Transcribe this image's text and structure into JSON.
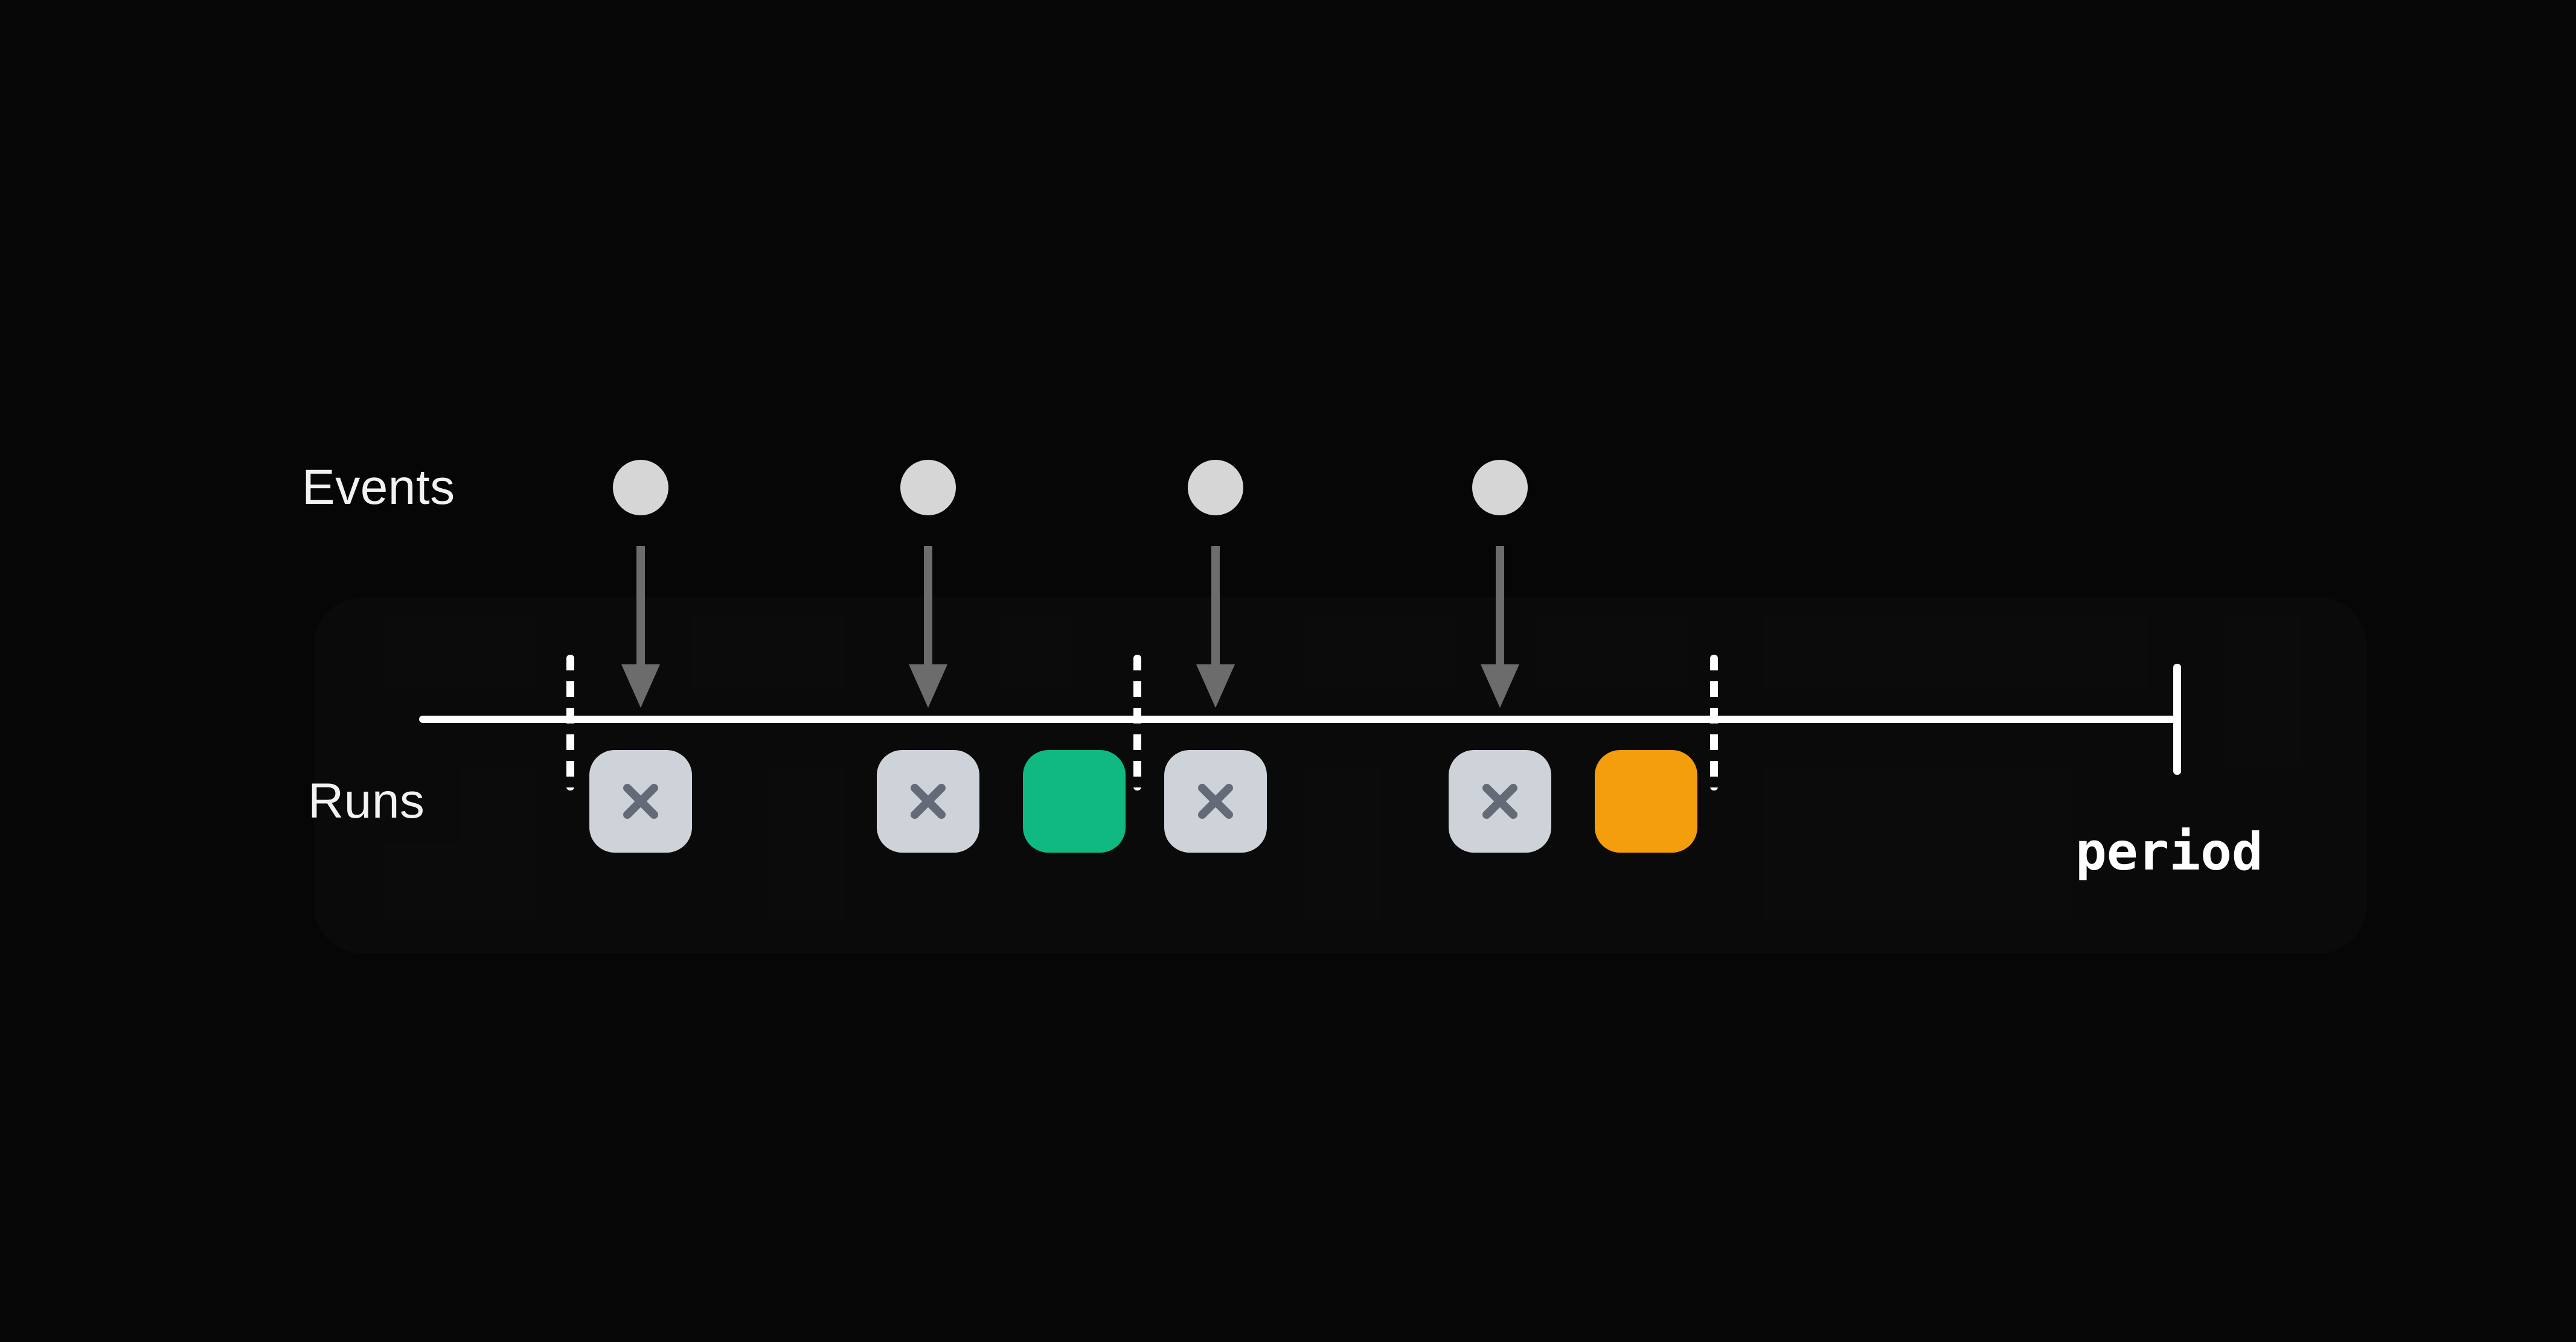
{
  "diagram": {
    "events_label": "Events",
    "runs_label": "Runs",
    "period_label": "period",
    "events": [
      {
        "name": "event-1"
      },
      {
        "name": "event-2"
      },
      {
        "name": "event-3"
      },
      {
        "name": "event-4"
      }
    ],
    "runs": [
      {
        "name": "run-1",
        "status": "crossed"
      },
      {
        "name": "run-2",
        "status": "crossed"
      },
      {
        "name": "run-3",
        "status": "green"
      },
      {
        "name": "run-4",
        "status": "crossed"
      },
      {
        "name": "run-5",
        "status": "crossed"
      },
      {
        "name": "run-6",
        "status": "orange"
      }
    ],
    "period_dividers": 3
  },
  "colors": {
    "page_bg": "#060606",
    "event_dot": "#d6d6d6",
    "arrow": "#6c6c6c",
    "timeline": "#ffffff",
    "divider": "#ffffff",
    "run_skipped_bg": "#ced3da",
    "run_skipped_icon": "#656b76",
    "run_success_bg": "#10b981",
    "run_pending_bg": "#f59e0b",
    "label_color": "#f2f2f2",
    "period_color": "#ffffff"
  }
}
